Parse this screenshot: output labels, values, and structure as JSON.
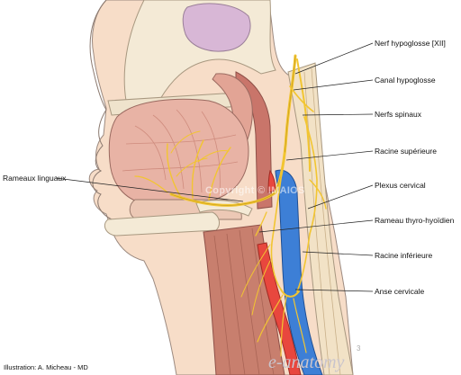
{
  "labels": {
    "hypoglossal_nerve": "Nerf hypoglosse [XII]",
    "hypoglossal_canal": "Canal hypoglosse",
    "spinal_nerves": "Nerfs spinaux",
    "superior_root": "Racine supérieure",
    "cervical_plexus": "Plexus cervical",
    "thyrohyoid_branch": "Rameau thyro-hyoïdien",
    "inferior_root": "Racine inférieure",
    "ansa_cervicalis": "Anse cervicale",
    "lingual_branches": "Rameaux linguaux"
  },
  "credit": "Illustration: A. Micheau - MD",
  "watermark": "Copyright © IMAIOS",
  "brand": "e-anatomy",
  "brand_number": "3",
  "colors": {
    "nerve": "#f2c531",
    "artery": "#e8473e",
    "vein": "#3d7fd6",
    "muscle": "#d99a86",
    "bone": "#f4ead6",
    "skin": "#f7ddc8",
    "pituitary": "#d8b7d6"
  }
}
